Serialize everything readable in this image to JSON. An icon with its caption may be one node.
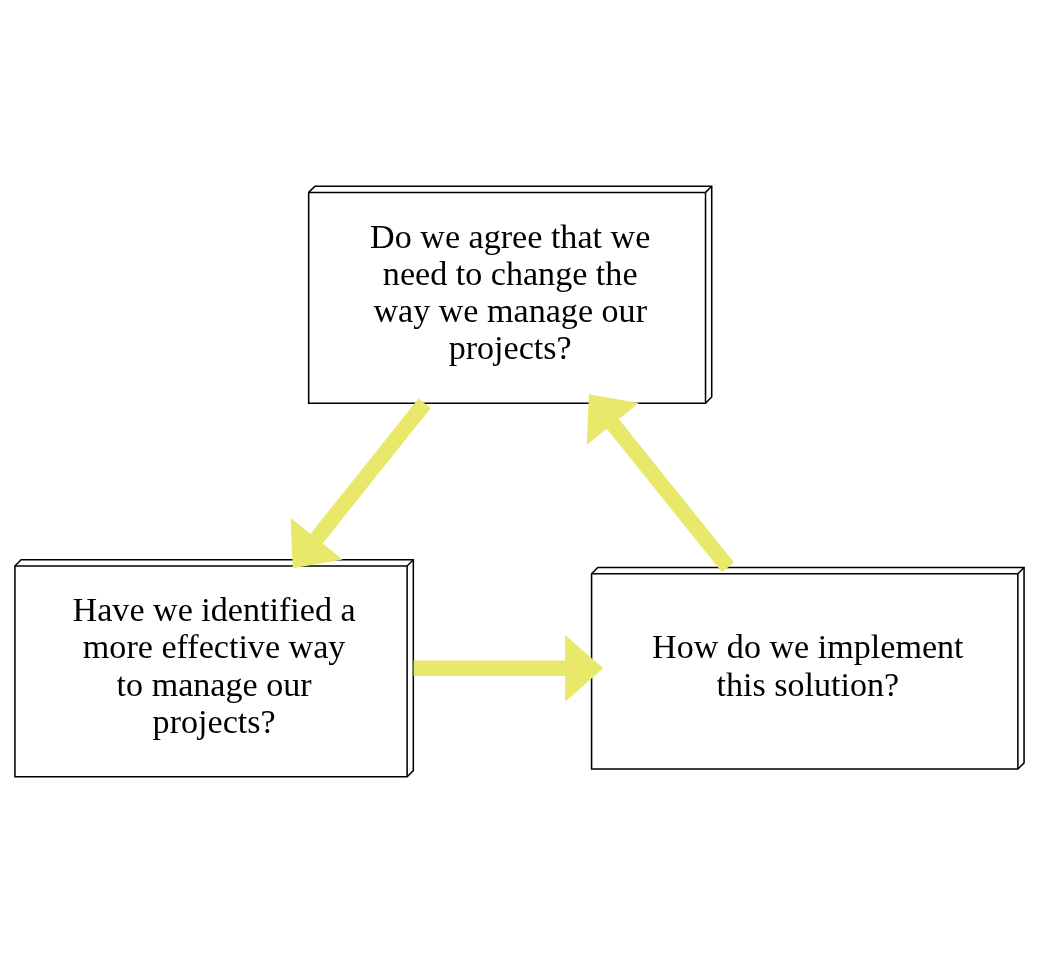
{
  "diagram": {
    "nodes": [
      {
        "text": [
          "Do we agree that we need to change the way we manage our projects?"
        ]
      },
      {
        "text": [
          "Have we identified a more effective way to manage our projects?"
        ]
      },
      {
        "text": [
          "How do we implement this solution?"
        ]
      }
    ],
    "edges": [
      {
        "from": 0,
        "to": 1,
        "arrow": "to"
      },
      {
        "from": 1,
        "to": 2,
        "arrow": "to"
      },
      {
        "from": 2,
        "to": 0,
        "arrow": "to"
      }
    ]
  }
}
